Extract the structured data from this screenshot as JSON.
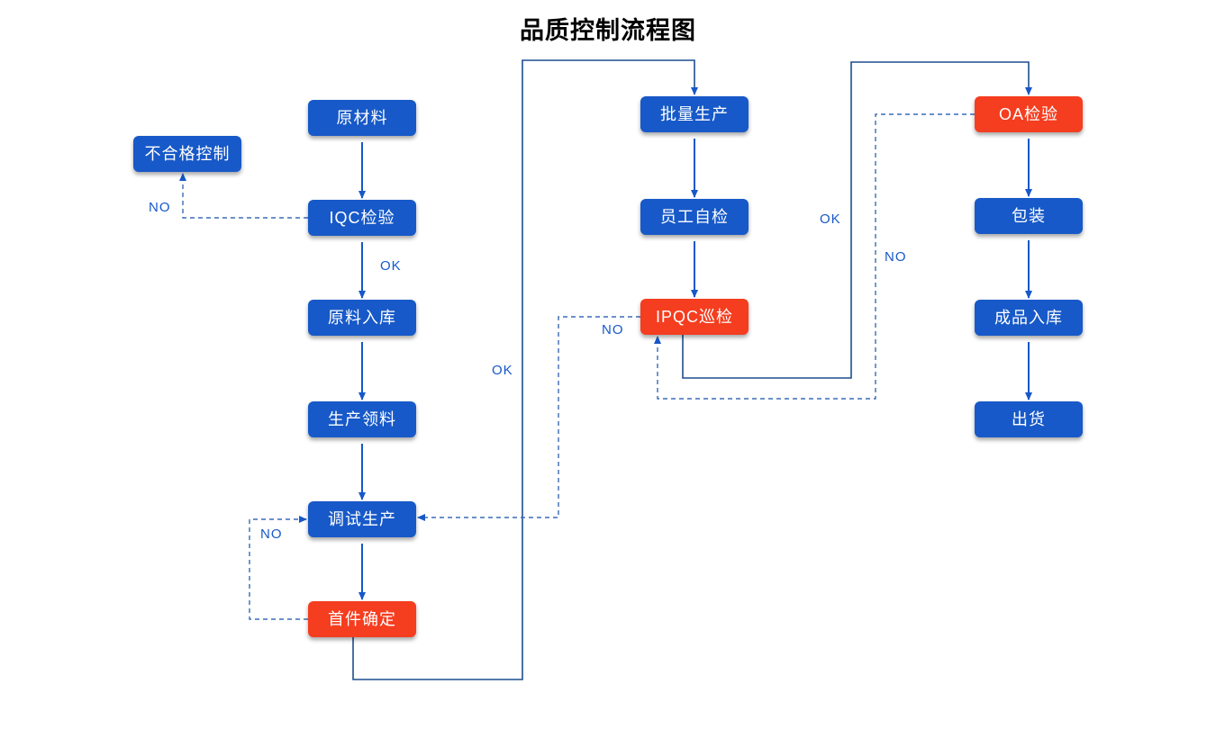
{
  "title": "品质控制流程图",
  "colors": {
    "blue": "#1759C8",
    "red": "#F53D1F",
    "arrow": "#1758C8",
    "wire": "#1D4F8F",
    "dash": "#3A6BB5",
    "label": "#1758C8"
  },
  "nodes": {
    "raw_material": "原材料",
    "iqc": "IQC检验",
    "raw_in": "原料入库",
    "picking": "生产领料",
    "debug": "调试生产",
    "first_piece": "首件确定",
    "nonconform": "不合格控制",
    "batch": "批量生产",
    "self_check": "员工自检",
    "ipqc": "IPQC巡检",
    "oa": "OA检验",
    "packing": "包装",
    "finished_in": "成品入库",
    "ship": "出货"
  },
  "labels": {
    "ok_iqc": "OK",
    "ok_first": "OK",
    "ok_ipqc": "OK",
    "no_iqc": "NO",
    "no_ipqc": "NO",
    "no_first": "NO",
    "no_oa": "NO"
  }
}
